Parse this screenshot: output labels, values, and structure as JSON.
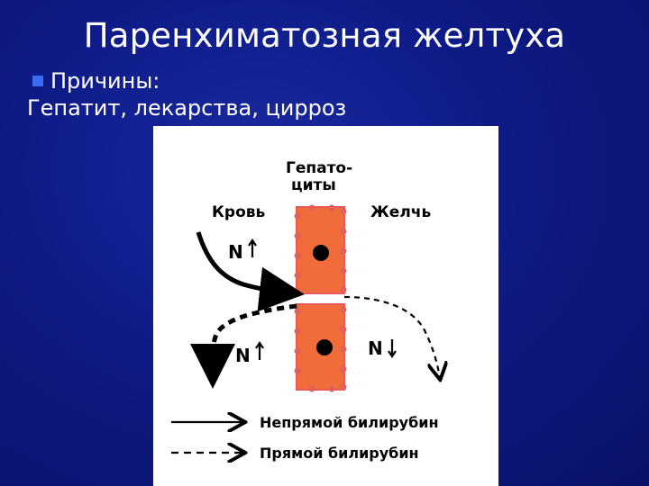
{
  "slide": {
    "title": "Паренхиматозная желтуха",
    "bullet_label": "Причины:",
    "causes_text": "Гепатит, лекарства, цирроз"
  },
  "diagram": {
    "hepatocytes_label_line1": "Гепато-",
    "hepatocytes_label_line2": "циты",
    "blood_label": "Кровь",
    "bile_label": "Желчь",
    "n_up_upper": "N",
    "n_up_lower": "N",
    "n_down": "N",
    "legend_indirect": "Непрямой билирубин",
    "legend_direct": "Прямой билирубин"
  },
  "colors": {
    "background": "#0e1a86",
    "bullet": "#3a6df0",
    "cell_fill": "#f26b3a",
    "cell_dots": "#e85a5a"
  }
}
